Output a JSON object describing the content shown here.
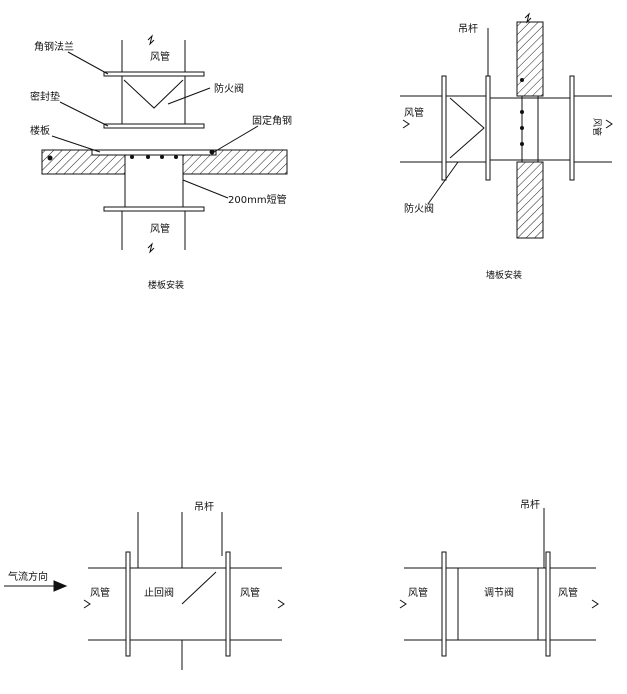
{
  "floor": {
    "labels": {
      "flange": "角钢法兰",
      "gasket": "密封垫",
      "slab": "楼板",
      "fixing": "固定角钢",
      "damper": "防火阀",
      "short_pipe": "200mm短管",
      "duct_top": "风管",
      "duct_bottom": "风管"
    },
    "caption": "楼板安装"
  },
  "wall": {
    "labels": {
      "hanger": "吊杆",
      "duct_left": "风管",
      "duct_right": "风管",
      "damper": "防火阀"
    },
    "caption": "墙板安装"
  },
  "check": {
    "labels": {
      "hanger": "吊杆",
      "airflow": "气流方向",
      "duct_left": "风管",
      "valve": "止回阀",
      "duct_right": "风管"
    }
  },
  "regulating": {
    "labels": {
      "hanger": "吊杆",
      "duct_left": "风管",
      "valve": "调节阀",
      "duct_right": "风管"
    }
  }
}
